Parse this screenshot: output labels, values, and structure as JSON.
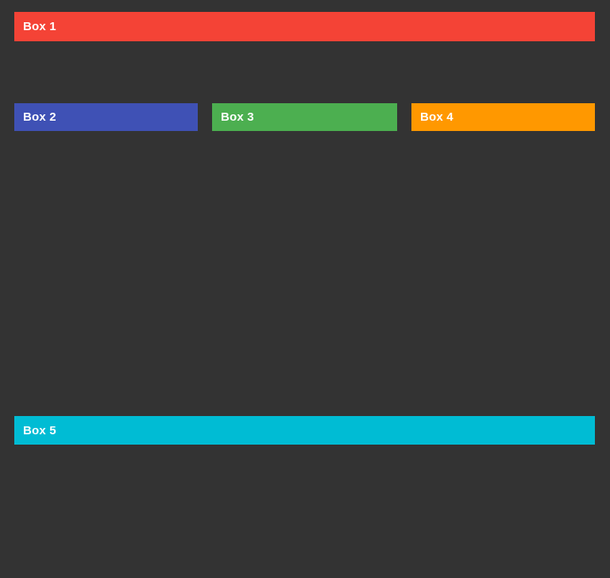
{
  "page": {
    "background_color": "#333333",
    "text_color": "#ffffff"
  },
  "boxes": [
    {
      "label": "Box 1",
      "color": "#f44336"
    },
    {
      "label": "Box 2",
      "color": "#3f51b5"
    },
    {
      "label": "Box 3",
      "color": "#4caf50"
    },
    {
      "label": "Box 4",
      "color": "#ff9800"
    },
    {
      "label": "Box 5",
      "color": "#00bcd4"
    }
  ]
}
